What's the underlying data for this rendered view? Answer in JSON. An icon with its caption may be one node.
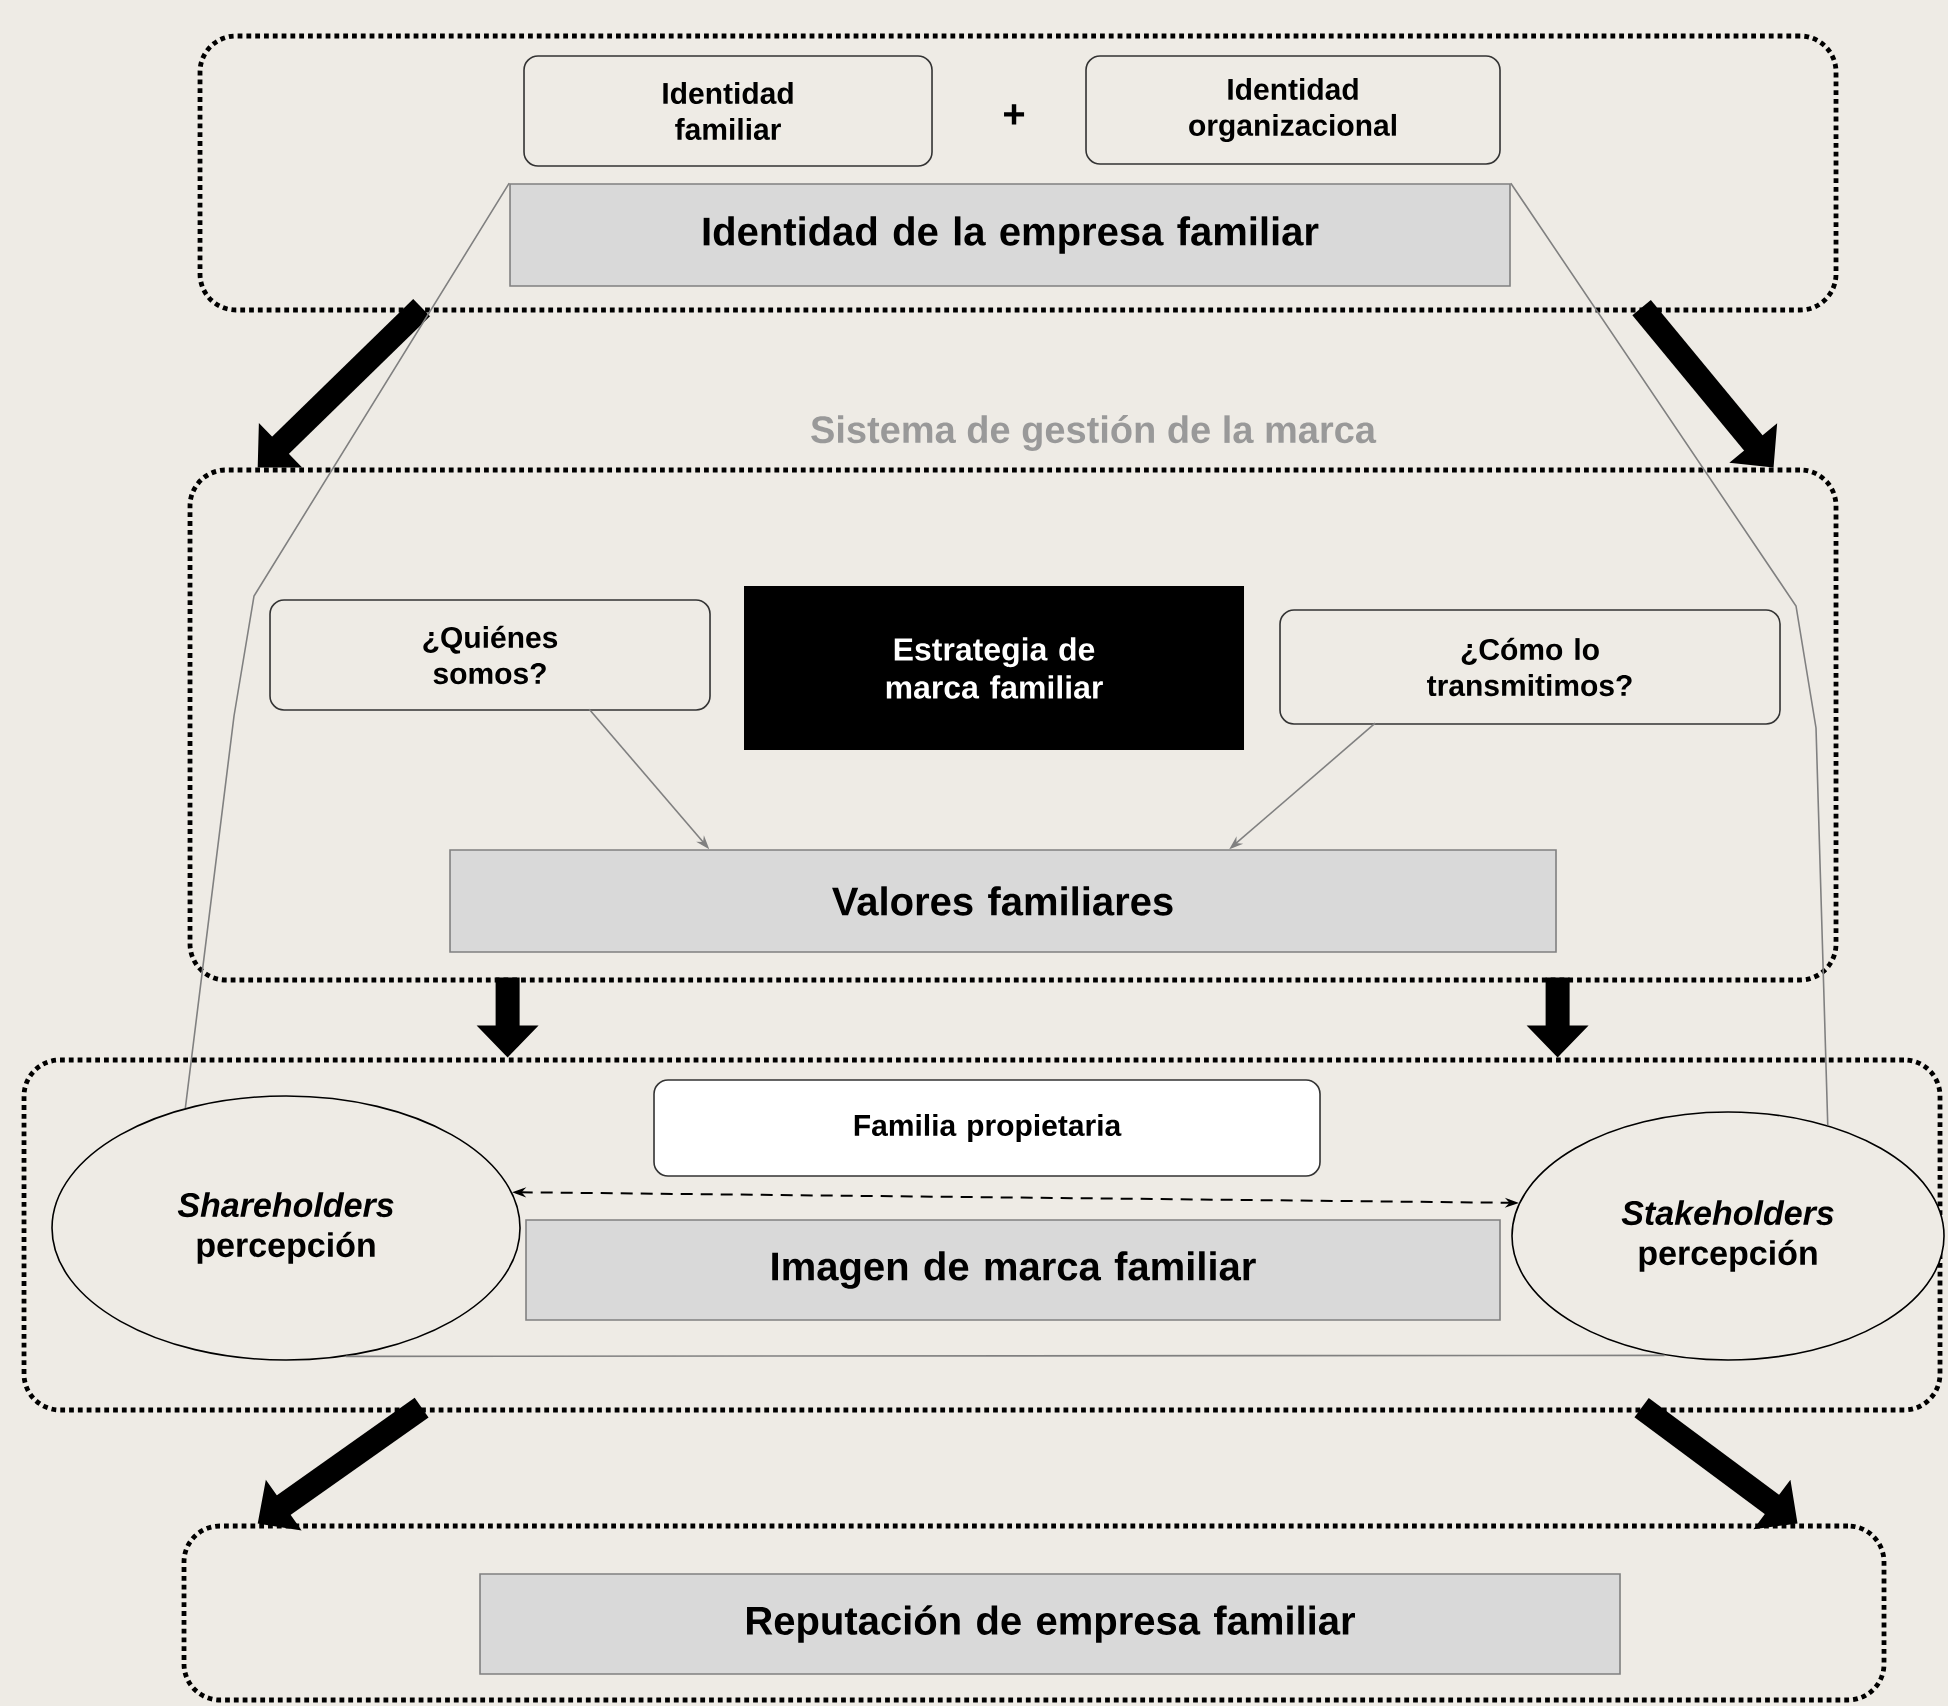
{
  "diagram": {
    "nodes": [
      {
        "text": [],
        "shape": "box"
      },
      {
        "text": [
          "Identidad familiar"
        ],
        "in": 0
      },
      {
        "text": [
          "Identidad organizacional"
        ],
        "in": 0
      },
      {
        "text": [
          "Identidad de la empresa familiar"
        ],
        "in": 0
      },
      {
        "text": [
          "Sistema de gestión de la marca"
        ]
      },
      {
        "text": [
          "¿Quiénes somos?"
        ],
        "in": 4
      },
      {
        "text": [
          "Estrategia de marca familiar"
        ],
        "in": 4
      },
      {
        "text": [
          "¿Cómo lo transmitimos?"
        ],
        "in": 4
      },
      {
        "text": [
          "Valores familiares"
        ],
        "in": 4
      },
      {
        "text": [],
        "shape": "box"
      },
      {
        "text": [
          "Familia propietaria"
        ],
        "in": 9
      },
      {
        "text": [
          "*Shareholders* percepción"
        ],
        "in": 9
      },
      {
        "text": [
          "Imagen de marca familiar"
        ],
        "in": 9
      },
      {
        "text": [
          "*Stakeholders* percepción"
        ],
        "in": 9
      },
      {
        "text": [],
        "shape": "box"
      },
      {
        "text": [
          "Reputación de empresa familiar"
        ],
        "in": 14
      }
    ],
    "edges": [
      {
        "from": 0,
        "to": 4,
        "arrow": "to",
        "style": "thick"
      },
      {
        "from": 0,
        "to": 4,
        "arrow": "to",
        "style": "thick"
      },
      {
        "from": 4,
        "to": 9,
        "arrow": "to",
        "style": "thick"
      },
      {
        "from": 4,
        "to": 9,
        "arrow": "to",
        "style": "thick"
      },
      {
        "from": 9,
        "to": 14,
        "arrow": "to",
        "style": "thick"
      },
      {
        "from": 9,
        "to": 14,
        "arrow": "to",
        "style": "thick"
      },
      {
        "from": 5,
        "to": 8,
        "arrow": "to",
        "color": "#808080"
      },
      {
        "from": 7,
        "to": 8,
        "arrow": "to",
        "color": "#808080"
      },
      {
        "from": 3,
        "to": 11,
        "arrow": "none",
        "color": "#808080"
      },
      {
        "from": 3,
        "to": 13,
        "arrow": "none",
        "color": "#808080"
      },
      {
        "from": 11,
        "to": 13,
        "arrow": "none",
        "color": "#808080"
      },
      {
        "from": 11,
        "to": 13,
        "arrow": "both",
        "style": "dashed"
      }
    ],
    "labels": [
      "+"
    ]
  }
}
